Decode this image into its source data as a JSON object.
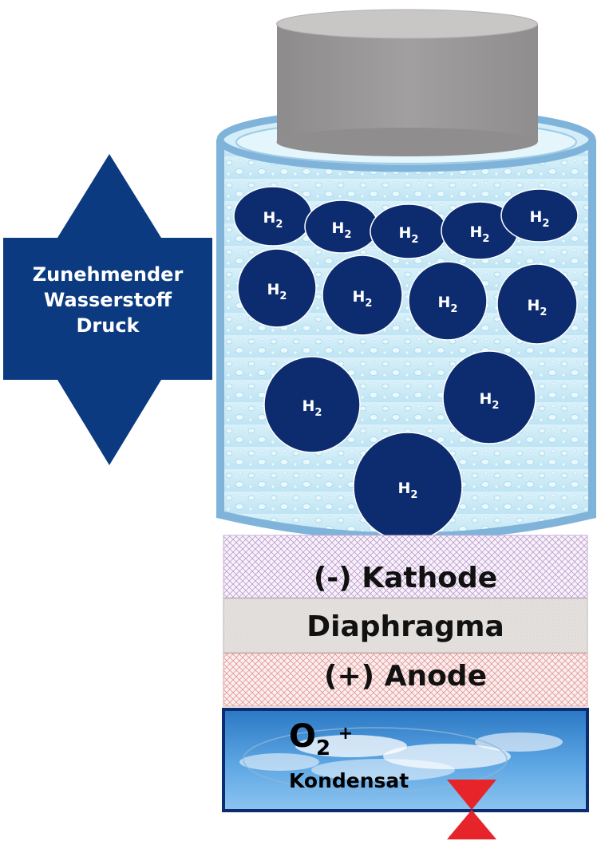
{
  "arrow_label": {
    "line1": "Zunehmender",
    "line2": "Wasserstoff",
    "line3": "Druck"
  },
  "bubble_label": {
    "base": "H",
    "sub": "2"
  },
  "layers": {
    "kathode": "(-) Kathode",
    "diaphragma": "Diaphragma",
    "anode": "(+) Anode"
  },
  "outlet": {
    "o2_base": "O",
    "o2_sub": "2",
    "plus": "+",
    "kondensat": "Kondensat"
  },
  "colors": {
    "navy": "#0d2c6f",
    "arrow": "#0b3a80",
    "cylinder_rim": "#7fb3d9",
    "cap": "#9a9898",
    "valve": "#e8242b"
  }
}
